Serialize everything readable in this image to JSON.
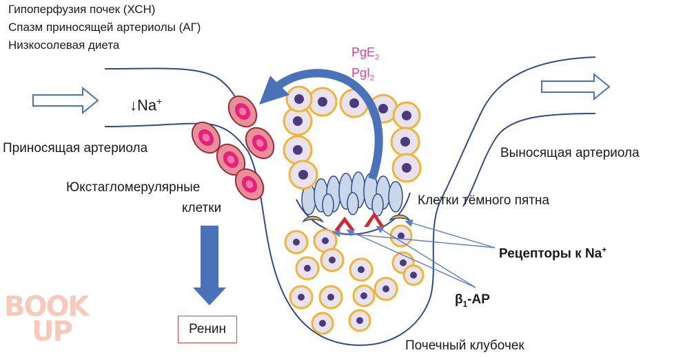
{
  "causes": [
    "Гипоперфузия почек (ХСН)",
    "Спазм приносящей артериолы (АГ)",
    "Низкосолевая диета"
  ],
  "sodium_indicator": {
    "arrow": "↓",
    "text": "Na",
    "charge": "+"
  },
  "prostaglandins": [
    {
      "base": "PgE",
      "sub": "2"
    },
    {
      "base": "PgI",
      "sub": "2"
    }
  ],
  "labels": {
    "afferent_arteriole": "Приносящая артериола",
    "efferent_arteriole": "Выносящая артериола",
    "jg_cells_line1": "Юкстагломерулярные",
    "jg_cells_line2": "клетки",
    "macula_densa": "Клетки тёмного пятна",
    "na_receptors": "Рецепторы к Na",
    "na_receptors_charge": "+",
    "beta1_base": "β",
    "beta1_sub": "1",
    "beta1_suffix": "-АР",
    "glomerulus": "Почечный клубочек",
    "renin": "Ренин"
  },
  "watermark": {
    "line1": "BOOK",
    "line2": "UP"
  },
  "colors": {
    "vessel_line": "#2e4a8a",
    "arrow_blue": "#4a72b8",
    "jg_cell_fill": "#e7909a",
    "jg_cell_inner": "#e8207a",
    "cell_ring": "#f2b431",
    "cell_fill": "#e8e1ee",
    "nucleus": "#4b3a80",
    "receptor_red": "#d4262b",
    "macula_fill": "#c9d7ea",
    "renin_border": "#c0504d",
    "pg_text": "#e0409f",
    "watermark": "#f6c4b3"
  }
}
